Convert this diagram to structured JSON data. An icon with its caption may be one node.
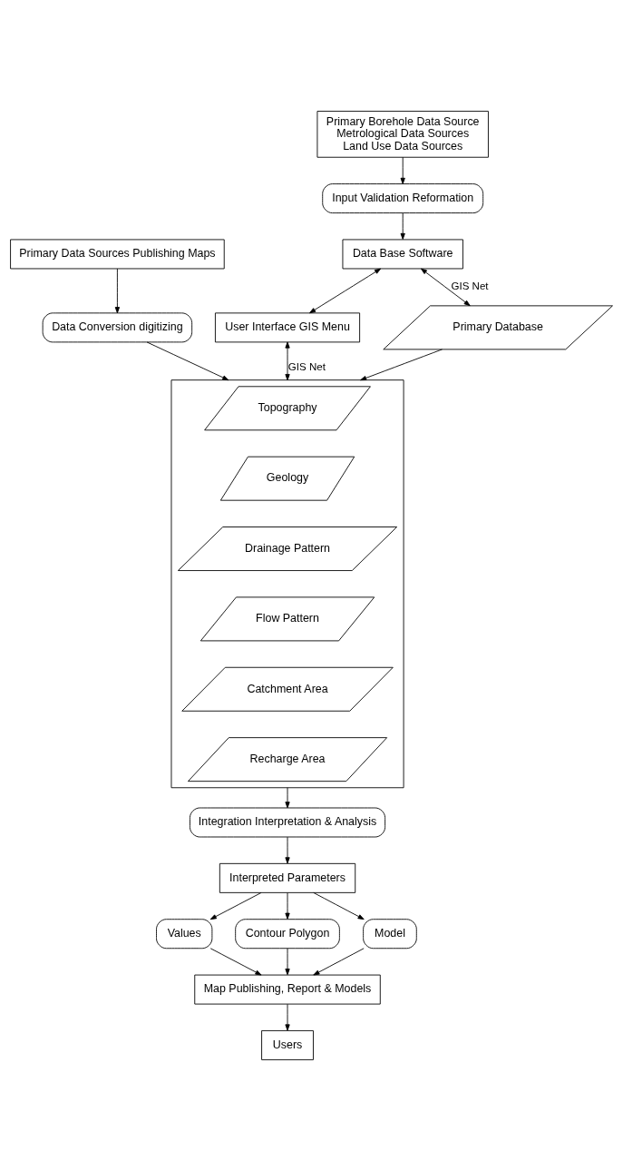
{
  "diagram": {
    "nodes": [
      {
        "text": [
          "Input Validation Reformation"
        ]
      },
      {
        "text": [
          "Primary Borehole Data Source",
          "Metrological Data Sources",
          "Land Use Data Sources"
        ]
      },
      {
        "text": [
          "Data Base Software"
        ]
      },
      {
        "text": [
          "User Interface GIS Menu"
        ]
      },
      {
        "text": [
          "Primary Database"
        ]
      },
      {
        "text": [],
        "shape": "box"
      },
      {
        "text": [
          "Topography"
        ],
        "in": 5
      },
      {
        "text": [
          "Geology"
        ],
        "in": 5
      },
      {
        "text": [
          "Drainage Pattern"
        ],
        "in": 5
      },
      {
        "text": [
          "Flow Pattern"
        ],
        "in": 5
      },
      {
        "text": [
          "Catchment Area"
        ],
        "in": 5
      },
      {
        "text": [
          "Recharge Area"
        ],
        "in": 5
      },
      {
        "text": [
          "Data Conversion digitizing"
        ]
      },
      {
        "text": [
          "Primary Data Sources Publishing Maps"
        ]
      },
      {
        "text": [
          "Integration Interpretation & Analysis"
        ]
      },
      {
        "text": [
          "Interpreted Parameters"
        ]
      },
      {
        "text": [
          "Values"
        ]
      },
      {
        "text": [
          "Contour Polygon"
        ]
      },
      {
        "text": [
          "Model"
        ]
      },
      {
        "text": [
          "Map Publishing, Report & Models"
        ]
      },
      {
        "text": [
          "Users"
        ]
      }
    ],
    "edges": [
      {
        "from": 1,
        "to": 0,
        "arrow": "to"
      },
      {
        "from": 0,
        "to": 2,
        "arrow": "to"
      },
      {
        "from": 2,
        "to": 3,
        "arrow": "both"
      },
      {
        "from": 2,
        "to": 4,
        "arrow": "both",
        "label": "GIS Net"
      },
      {
        "from": 3,
        "to": 5,
        "arrow": "both",
        "label": "GIS Net"
      },
      {
        "from": 4,
        "to": 5,
        "arrow": "to"
      },
      {
        "from": 13,
        "to": 12,
        "arrow": "to"
      },
      {
        "from": 12,
        "to": 5,
        "arrow": "to"
      },
      {
        "from": 5,
        "to": 14,
        "arrow": "to"
      },
      {
        "from": 14,
        "to": 15,
        "arrow": "to"
      },
      {
        "from": 15,
        "to": 16,
        "arrow": "to"
      },
      {
        "from": 15,
        "to": 17,
        "arrow": "to"
      },
      {
        "from": 15,
        "to": 18,
        "arrow": "to"
      },
      {
        "from": 16,
        "to": 19,
        "arrow": "to"
      },
      {
        "from": 17,
        "to": 19,
        "arrow": "to"
      },
      {
        "from": 18,
        "to": 19,
        "arrow": "to"
      },
      {
        "from": 19,
        "to": 20,
        "arrow": "to"
      }
    ]
  }
}
